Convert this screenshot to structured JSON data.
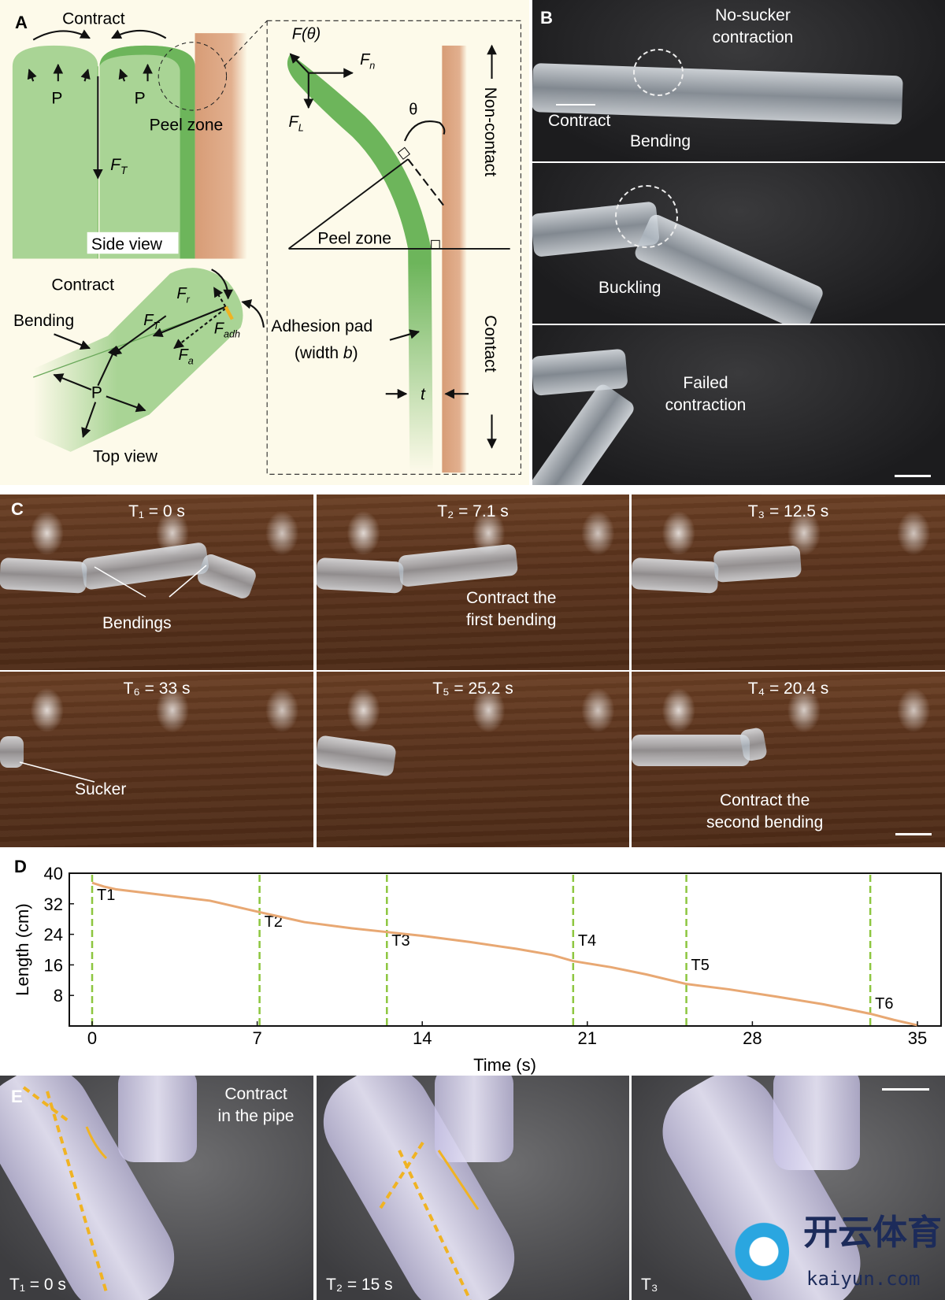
{
  "panels": {
    "a": "A",
    "b": "B",
    "c": "C",
    "d": "D",
    "e": "E"
  },
  "panel_a": {
    "side_contract": "Contract",
    "p1": "P",
    "p2": "P",
    "peel_zone_side": "Peel zone",
    "ft": "F",
    "ft_sub": "T",
    "side_view": "Side view",
    "top_contract": "Contract",
    "bending": "Bending",
    "fr": "F",
    "fr_sub": "r",
    "ft2": "F",
    "ft2_sub": "T",
    "fadh": "F",
    "fadh_sub": "adh",
    "fa": "F",
    "fa_sub": "a",
    "p3": "P",
    "top_view": "Top view",
    "f_theta": "F(θ)",
    "fn": "F",
    "fn_sub": "n",
    "fl": "F",
    "fl_sub": "L",
    "theta": "θ",
    "peel_zone_detail": "Peel zone",
    "adhesion_pad": "Adhesion pad",
    "width_b_prefix": "(width ",
    "width_b_var": "b",
    "width_b_suffix": ")",
    "t": "t",
    "non_contact": "Non-contact",
    "contact": "Contact"
  },
  "panel_b": {
    "no_sucker_1": "No-sucker",
    "no_sucker_2": "contraction",
    "contract": "Contract",
    "bending": "Bending",
    "buckling": "Buckling",
    "failed_1": "Failed",
    "failed_2": "contraction"
  },
  "panel_c": {
    "frames": [
      {
        "time": "T₁ = 0 s",
        "note": "Bendings"
      },
      {
        "time": "T₂ = 7.1 s",
        "note": "Contract the\nfirst bending"
      },
      {
        "time": "T₃ = 12.5 s",
        "note": ""
      },
      {
        "time": "T₆ = 33 s",
        "note": "Sucker"
      },
      {
        "time": "T₅ = 25.2 s",
        "note": ""
      },
      {
        "time": "T₄ = 20.4 s",
        "note": "Contract the\nsecond bending"
      }
    ]
  },
  "panel_e": {
    "contract_1": "Contract",
    "contract_2": "in the pipe",
    "t1": "T₁ = 0 s",
    "t2": "T₂ = 15 s",
    "t3": "T₃"
  },
  "watermark": {
    "text_cn": "开云体育",
    "text_en": "kaiyun.com"
  },
  "colors": {
    "green": "#6db55b",
    "light_green": "#a9d495",
    "wall": "#d9a27c",
    "cream": "#fdfaea",
    "curve": "#e8a873",
    "marker": "#8dc63f",
    "arrow": "#f0b323"
  },
  "chart_data": {
    "type": "line",
    "title": "",
    "xlabel": "Time (s)",
    "ylabel": "Length (cm)",
    "xlim": [
      -1,
      36
    ],
    "ylim": [
      0,
      40
    ],
    "xticks": [
      0,
      7,
      14,
      21,
      28,
      35
    ],
    "yticks": [
      8,
      16,
      24,
      32,
      40
    ],
    "x": [
      0,
      0.5,
      1,
      3,
      5,
      7.1,
      9,
      11,
      12.5,
      14,
      16,
      18,
      19.5,
      20.4,
      22,
      23.5,
      25.2,
      27,
      29,
      31,
      33,
      34,
      35
    ],
    "y": [
      37.5,
      36.5,
      35.8,
      34.3,
      32.8,
      29.8,
      27.2,
      25.6,
      24.6,
      23.6,
      22.0,
      20.2,
      18.6,
      17.0,
      15.4,
      13.5,
      11.0,
      9.6,
      7.7,
      5.7,
      3.2,
      1.6,
      0.2
    ],
    "markers": [
      {
        "label": "T1",
        "x": 0,
        "text_y": 33
      },
      {
        "label": "T2",
        "x": 7.1,
        "text_y": 26
      },
      {
        "label": "T3",
        "x": 12.5,
        "text_y": 21
      },
      {
        "label": "T4",
        "x": 20.4,
        "text_y": 21
      },
      {
        "label": "T5",
        "x": 25.2,
        "text_y": 14.6
      },
      {
        "label": "T6",
        "x": 33,
        "text_y": 4.5
      }
    ],
    "grid": false
  }
}
